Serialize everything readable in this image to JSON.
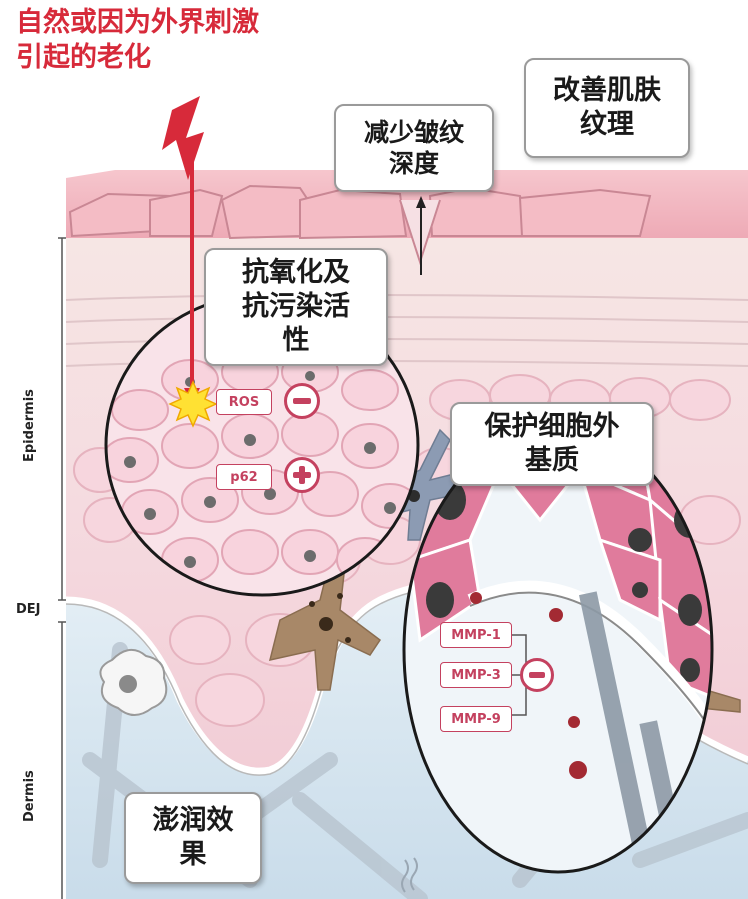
{
  "headline": {
    "line1": "自然或因为外界刺激",
    "line2": "引起的老化"
  },
  "labels": {
    "wrinkle": {
      "line1": "减少皱纹",
      "line2": "深度"
    },
    "texture": {
      "line1": "改善肌肤",
      "line2": "纹理"
    },
    "antioxidant": {
      "line1": "抗氧化及",
      "line2": "抗污染活",
      "line3": "性"
    },
    "ecm": {
      "line1": "保护细胞外",
      "line2": "基质"
    },
    "plump": {
      "line1": "澎润效",
      "line2": "果"
    }
  },
  "side_labels": {
    "epidermis": "Epidermis",
    "dej": "DEJ",
    "dermis": "Dermis"
  },
  "markers": {
    "ros": "ROS",
    "p62": "p62",
    "mmp1": "MMP-1",
    "mmp3": "MMP-3",
    "mmp9": "MMP-9"
  },
  "colors": {
    "headline_red": "#d72a3a",
    "stratum_corneum": "#f3b9c3",
    "epidermis": "#f7dde3",
    "dermis": "#dbe9f3",
    "marker_magenta": "#c4415f",
    "melanocyte_blue": "#8c9bb3",
    "melanocyte_brown": "#a88868"
  }
}
